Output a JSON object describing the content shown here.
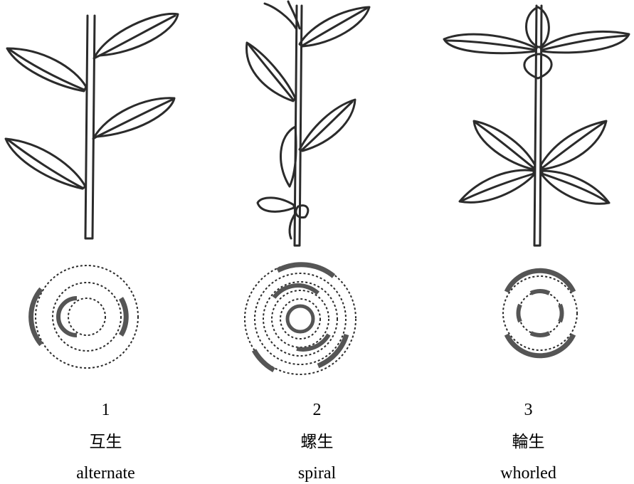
{
  "figure": {
    "panels": [
      {
        "number": "1",
        "name_zh": "互生",
        "name_en": "alternate"
      },
      {
        "number": "2",
        "name_zh": "螺生",
        "name_en": "spiral"
      },
      {
        "number": "3",
        "name_zh": "輪生",
        "name_en": "whorled"
      }
    ],
    "colors": {
      "stroke": "#2b2b2b",
      "arc_fill": "#555555"
    }
  }
}
